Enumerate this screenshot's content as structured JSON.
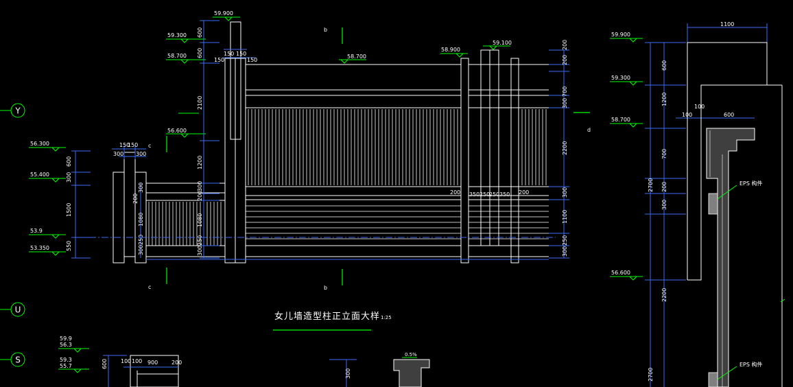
{
  "drawing": {
    "title": "女儿墙造型柱正立面大样",
    "scale": "1:25",
    "colors": {
      "background": "#000000",
      "line": "#ffffff",
      "dimension": "#3b6cf4",
      "level_marker": "#00ff00",
      "axis": "#00ff00",
      "hatch": "#3f3f3f"
    },
    "axes": [
      "Y",
      "U",
      "S"
    ],
    "section_marks": {
      "b_top": "b",
      "b_bottom": "b",
      "c_top": "c",
      "c_bottom": "c",
      "d_right": "d"
    },
    "levels": {
      "left_col": [
        "56.300",
        "55.400",
        "53.9",
        "53.350"
      ],
      "tall_col": [
        "59.900",
        "59.300",
        "58.700",
        "56.600"
      ],
      "main": [
        "58.700",
        "58.900",
        "59.100"
      ],
      "section": [
        "59.900",
        "59.300",
        "58.700",
        "56.600"
      ],
      "bottom": [
        "59.9",
        "56.3",
        "59.3",
        "55.7"
      ]
    },
    "dimensions": {
      "left_vertical": [
        "600",
        "300",
        "1500",
        "550"
      ],
      "left_top": [
        "150",
        "150",
        "300",
        "300"
      ],
      "left_col_inner": [
        "200",
        "300",
        "1080",
        "300",
        "250"
      ],
      "tall_vertical": [
        "600",
        "600",
        "2100",
        "1200",
        "300",
        "200",
        "1080",
        "300",
        "250"
      ],
      "tall_top": [
        "150",
        "150",
        "150",
        "150"
      ],
      "right_vertical": [
        "200",
        "200",
        "700",
        "300",
        "2200",
        "300",
        "1100",
        "300",
        "250"
      ],
      "column_widths": [
        "200",
        "350",
        "250",
        "250",
        "350",
        "200"
      ],
      "section_top": "1100",
      "section_mid": [
        "100",
        "100",
        "600"
      ],
      "section_left": [
        "600",
        "1200",
        "700",
        "200",
        "300",
        "2700",
        "2200",
        "2700"
      ],
      "bottom": [
        "600",
        "100",
        "100",
        "900",
        "200",
        "300"
      ],
      "slope": "0.5%"
    },
    "labels": {
      "eps_1": "EPS 构件",
      "eps_2": "EPS 构件"
    }
  }
}
